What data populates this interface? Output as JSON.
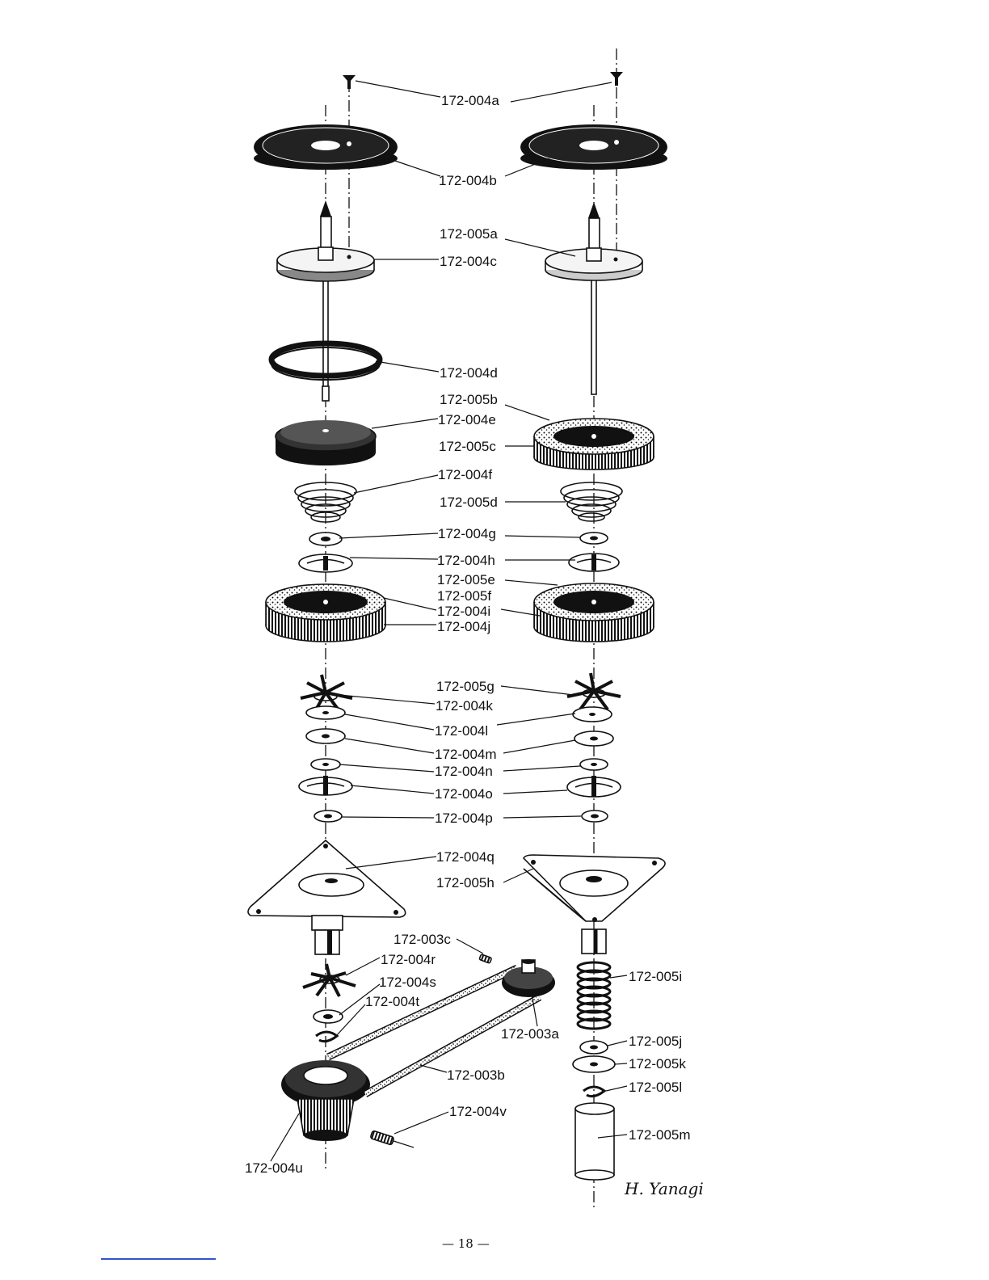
{
  "labels": {
    "l_004a": "172-004a",
    "l_004b": "172-004b",
    "l_005a": "172-005a",
    "l_004c": "172-004c",
    "l_004d": "172-004d",
    "l_005b": "172-005b",
    "l_004e": "172-004e",
    "l_005c": "172-005c",
    "l_004f": "172-004f",
    "l_005d": "172-005d",
    "l_004g": "172-004g",
    "l_004h": "172-004h",
    "l_005e": "172-005e",
    "l_005f": "172-005f",
    "l_004i": "172-004i",
    "l_004j": "172-004j",
    "l_005g": "172-005g",
    "l_004k": "172-004k",
    "l_004l": "172-004l",
    "l_004m": "172-004m",
    "l_004n": "172-004n",
    "l_004o": "172-004o",
    "l_004p": "172-004p",
    "l_004q": "172-004q",
    "l_005h": "172-005h",
    "l_003c": "172-003c",
    "l_004r": "172-004r",
    "l_004s": "172-004s",
    "l_004t": "172-004t",
    "l_003a": "172-003a",
    "l_003b": "172-003b",
    "l_004v": "172-004v",
    "l_004u": "172-004u",
    "l_005i": "172-005i",
    "l_005j": "172-005j",
    "l_005k": "172-005k",
    "l_005l": "172-005l",
    "l_005m": "172-005m"
  },
  "signature": "H. Yanagi",
  "page_number": "— 18 —",
  "colors": {
    "ink": "#111111",
    "paper": "#ffffff",
    "link_rule": "#3355cc"
  }
}
